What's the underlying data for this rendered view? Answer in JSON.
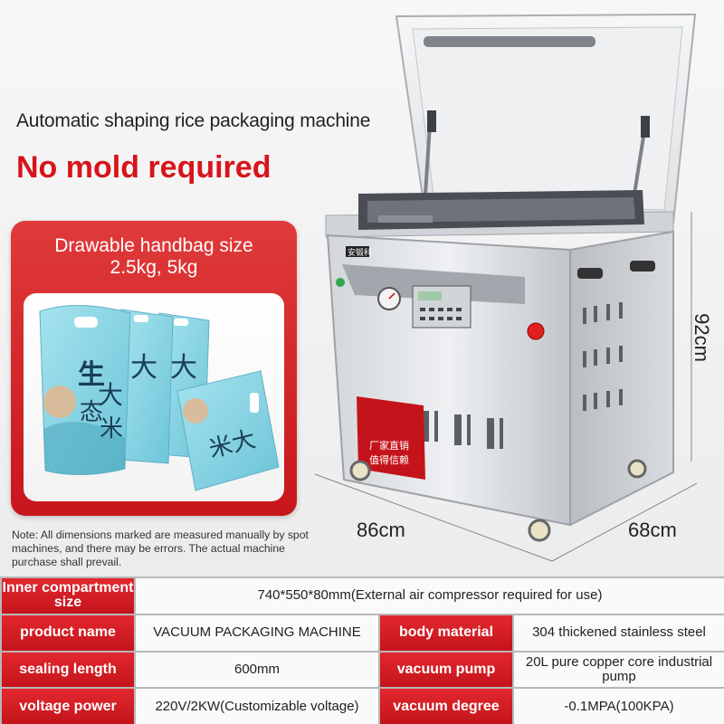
{
  "header": {
    "subtitle": "Automatic shaping rice packaging machine",
    "headline": "No mold required"
  },
  "promo": {
    "line1": "Drawable handbag size",
    "line2": "2.5kg, 5kg",
    "bag_chars": "生态大米",
    "bag_chars_short": "大"
  },
  "note": "Note: All dimensions marked are measured manually by spot machines, and there may be errors. The actual machine purchase shall prevail.",
  "dimensions": {
    "height": "92cm",
    "width": "86cm",
    "depth": "68cm"
  },
  "machine": {
    "badge_line1": "厂家直销",
    "badge_line2": "值得信赖",
    "logo": "安锻科"
  },
  "specs": {
    "inner_size_label": "Inner compartment size",
    "inner_size_value": "740*550*80mm(External air compressor required for use)",
    "product_name_label": "product name",
    "product_name_value": "VACUUM PACKAGING MACHINE",
    "body_material_label": "body material",
    "body_material_value": "304 thickened stainless steel",
    "sealing_length_label": "sealing length",
    "sealing_length_value": "600mm",
    "vacuum_pump_label": "vacuum pump",
    "vacuum_pump_value": "20L pure copper core industrial pump",
    "voltage_power_label": "voltage power",
    "voltage_power_value": "220V/2KW(Customizable voltage)",
    "vacuum_degree_label": "vacuum degree",
    "vacuum_degree_value": "-0.1MPA(100KPA)"
  },
  "colors": {
    "accent_red": "#d8141b",
    "steel": "#c9ccd0",
    "bag_blue": "#8ad6e6"
  }
}
